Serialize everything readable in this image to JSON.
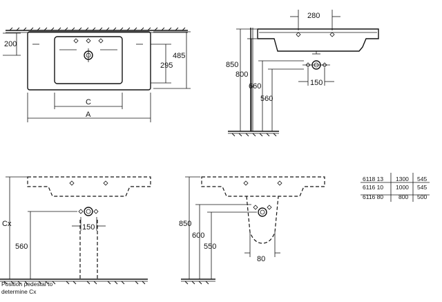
{
  "top_view": {
    "dim_200": "200",
    "dim_295": "295",
    "dim_485": "485",
    "label_c": "C",
    "label_a": "A"
  },
  "side_view": {
    "dim_280": "280",
    "dim_850": "850",
    "dim_800": "800",
    "dim_660": "660",
    "dim_560": "560",
    "dim_150": "150"
  },
  "front_view": {
    "label_cx": "Cx",
    "dim_560": "560",
    "dim_150": "150",
    "note_line1": "Position pedestal to",
    "note_line2": "determine Cx"
  },
  "side_pedestal_view": {
    "dim_850": "850",
    "dim_600": "600",
    "dim_550": "550",
    "dim_80": "80"
  },
  "table": {
    "rows": [
      {
        "model": "6118 13",
        "a": "1300",
        "c": "545"
      },
      {
        "model": "6116 10",
        "a": "1000",
        "c": "545"
      },
      {
        "model": "6116 80",
        "a": "800",
        "c": "500"
      }
    ]
  }
}
